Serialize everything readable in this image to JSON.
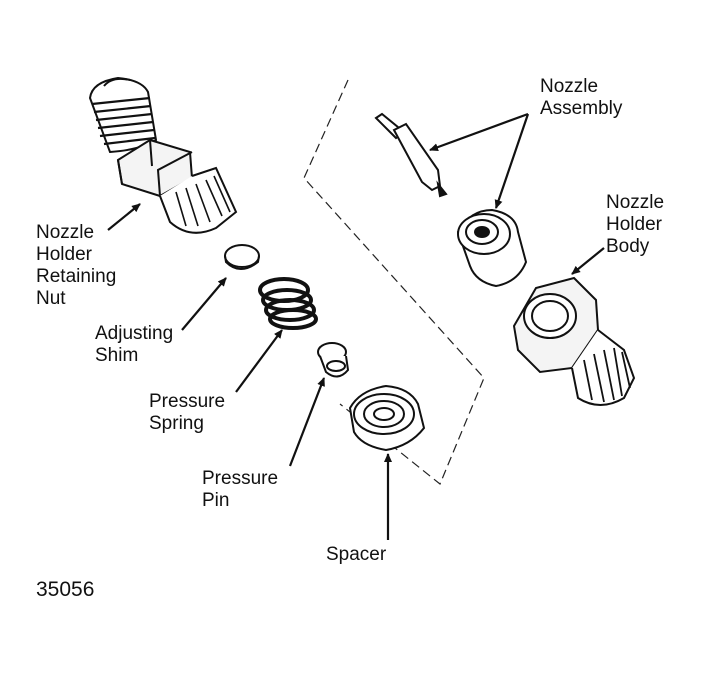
{
  "labels": {
    "retaining_nut": "Nozzle\nHolder\nRetaining\nNut",
    "adjusting_shim": "Adjusting\nShim",
    "pressure_spring": "Pressure\nSpring",
    "pressure_pin": "Pressure\nPin",
    "spacer": "Spacer",
    "nozzle_assembly": "Nozzle\nAssembly",
    "holder_body": "Nozzle\nHolder\nBody"
  },
  "figure_number": "35056"
}
